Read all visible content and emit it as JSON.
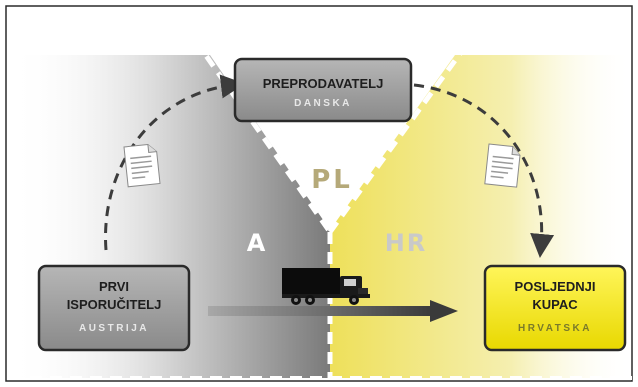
{
  "regions": {
    "austria_label": "A",
    "poland_label": "PL",
    "croatia_label": "HR"
  },
  "nodes": {
    "reseller": {
      "title": "PREPRODAVATELJ",
      "country": "DANSKA"
    },
    "first_supplier": {
      "title_line1": "PRVI",
      "title_line2": "ISPORUČITELJ",
      "country": "AUSTRIJA"
    },
    "last_buyer": {
      "title_line1": "POSLJEDNJI",
      "title_line2": "KUPAC",
      "country": "HRVATSKA"
    }
  },
  "colors": {
    "gray_box": "#9a9a9a",
    "yellow_box": "#f6ec2a",
    "yellow_region": "#efe36a",
    "gray_region": "#8c8c8c",
    "pl_label": "#b5a979",
    "arrow": "#3c3c3c"
  },
  "icons": [
    "document-icon",
    "document-icon",
    "truck-icon"
  ]
}
